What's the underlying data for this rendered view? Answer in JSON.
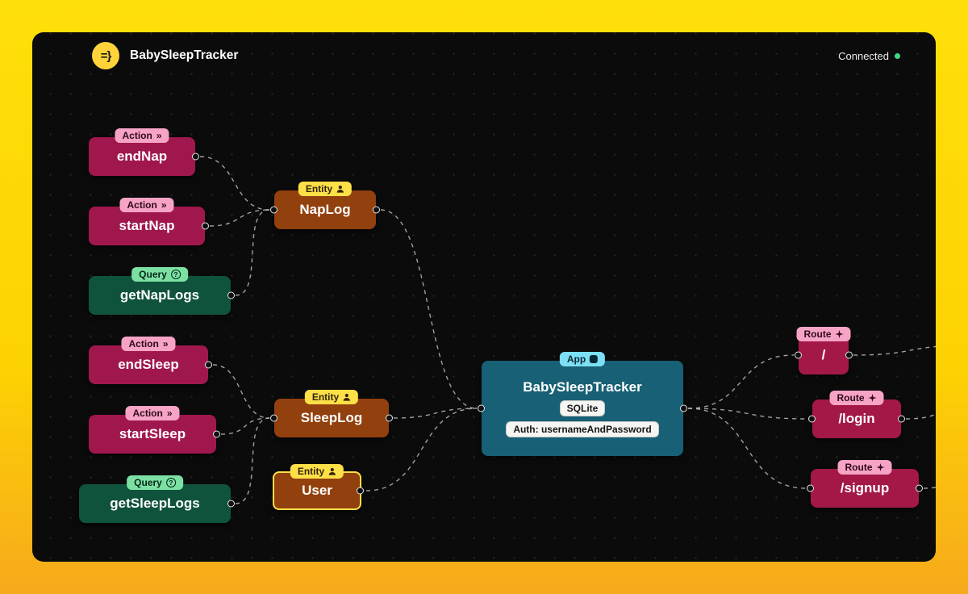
{
  "header": {
    "title": "BabySleepTracker",
    "logo_glyph": "=}",
    "status_label": "Connected"
  },
  "badges": {
    "action": "Action",
    "query": "Query",
    "entity": "Entity",
    "app": "App",
    "route": "Route"
  },
  "icons": {
    "action_glyph": "»",
    "query_glyph": "?"
  },
  "nodes": {
    "endNap": {
      "label": "endNap"
    },
    "startNap": {
      "label": "startNap"
    },
    "getNapLogs": {
      "label": "getNapLogs"
    },
    "endSleep": {
      "label": "endSleep"
    },
    "startSleep": {
      "label": "startSleep"
    },
    "getSleepLogs": {
      "label": "getSleepLogs"
    },
    "napLog": {
      "label": "NapLog"
    },
    "sleepLog": {
      "label": "SleepLog"
    },
    "user": {
      "label": "User"
    },
    "app": {
      "label": "BabySleepTracker",
      "db_badge": "SQLite",
      "auth_badge": "Auth: usernameAndPassword"
    },
    "routeRoot": {
      "label": "/"
    },
    "routeLogin": {
      "label": "/login"
    },
    "routeSignup": {
      "label": "/signup"
    }
  },
  "edges": [
    [
      "endNap",
      "napLog"
    ],
    [
      "startNap",
      "napLog"
    ],
    [
      "getNapLogs",
      "napLog"
    ],
    [
      "endSleep",
      "sleepLog"
    ],
    [
      "startSleep",
      "sleepLog"
    ],
    [
      "getSleepLogs",
      "sleepLog"
    ],
    [
      "napLog",
      "app"
    ],
    [
      "sleepLog",
      "app"
    ],
    [
      "user",
      "app"
    ],
    [
      "app",
      "routeRoot"
    ],
    [
      "app",
      "routeLogin"
    ],
    [
      "app",
      "routeSignup"
    ],
    [
      "routeRoot",
      "offscreen"
    ],
    [
      "routeLogin",
      "offscreen"
    ],
    [
      "routeSignup",
      "offscreen"
    ]
  ],
  "colors": {
    "frame_yellow": "#fdd203",
    "status_green": "#3fd97f",
    "action_node": "#a0174e",
    "query_node": "#10533c",
    "entity_node": "#92400e",
    "app_node": "#176075",
    "route_node": "#a31846",
    "action_badge": "#f6a3c6",
    "query_badge": "#7ce0a3",
    "entity_badge": "#fde047",
    "app_badge": "#7ddff5",
    "route_badge": "#f6a3c6",
    "selected_border": "#fde047"
  }
}
